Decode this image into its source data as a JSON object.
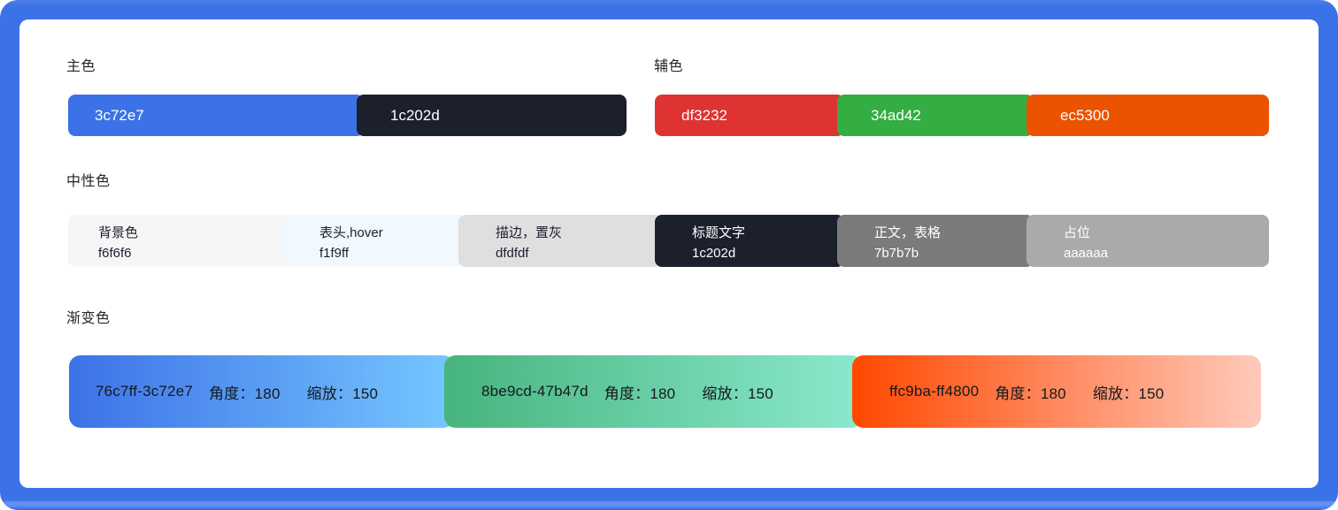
{
  "window": {
    "frame_color": "#3c72e7",
    "card_color": "#ffffff"
  },
  "primary": {
    "title": "主色",
    "swatches": [
      {
        "hex": "3c72e7",
        "bg": "#3c72e7",
        "fg": "#ffffff"
      },
      {
        "hex": "1c202d",
        "bg": "#1c202d",
        "fg": "#ffffff"
      }
    ]
  },
  "secondary": {
    "title": "辅色",
    "swatches": [
      {
        "hex": "df3232",
        "bg": "#df3232",
        "fg": "#ffffff"
      },
      {
        "hex": "34ad42",
        "bg": "#34ad42",
        "fg": "#ffffff"
      },
      {
        "hex": "ec5300",
        "bg": "#ec5300",
        "fg": "#ffffff"
      }
    ]
  },
  "neutral": {
    "title": "中性色",
    "cells": [
      {
        "name": "背景色",
        "hex": "f6f6f6",
        "bg": "#f6f6f6",
        "fg": "#1c202d"
      },
      {
        "name": "表头,hover",
        "hex": "f1f9ff",
        "bg": "#f1f9ff",
        "fg": "#1c202d"
      },
      {
        "name": "描边，置灰",
        "hex": "dfdfdf",
        "bg": "#dfdfdf",
        "fg": "#1c202d"
      },
      {
        "name": "标题文字",
        "hex": "1c202d",
        "bg": "#1c202d",
        "fg": "#ffffff"
      },
      {
        "name": "正文，表格",
        "hex": "7b7b7b",
        "bg": "#7b7b7b",
        "fg": "#ffffff"
      },
      {
        "name": "占位",
        "hex": "aaaaaa",
        "bg": "#aaaaaa",
        "fg": "#ffffff"
      }
    ]
  },
  "gradient": {
    "title": "渐变色",
    "blocks": [
      {
        "range": "76c7ff-3c72e7",
        "angle": "角度：180",
        "scale": "缩放：150",
        "from": "#3c72e7",
        "to": "#76c7ff",
        "fg": "#15181f"
      },
      {
        "range": "8be9cd-47b47d",
        "angle": "角度：180",
        "scale": "缩放：150",
        "from": "#47b47d",
        "to": "#8be9cd",
        "fg": "#15181f"
      },
      {
        "range": "ffc9ba-ff4800",
        "angle": "角度：180",
        "scale": "缩放：150",
        "from": "#ff4800",
        "to": "#ffc9ba",
        "fg": "#15181f"
      }
    ]
  }
}
